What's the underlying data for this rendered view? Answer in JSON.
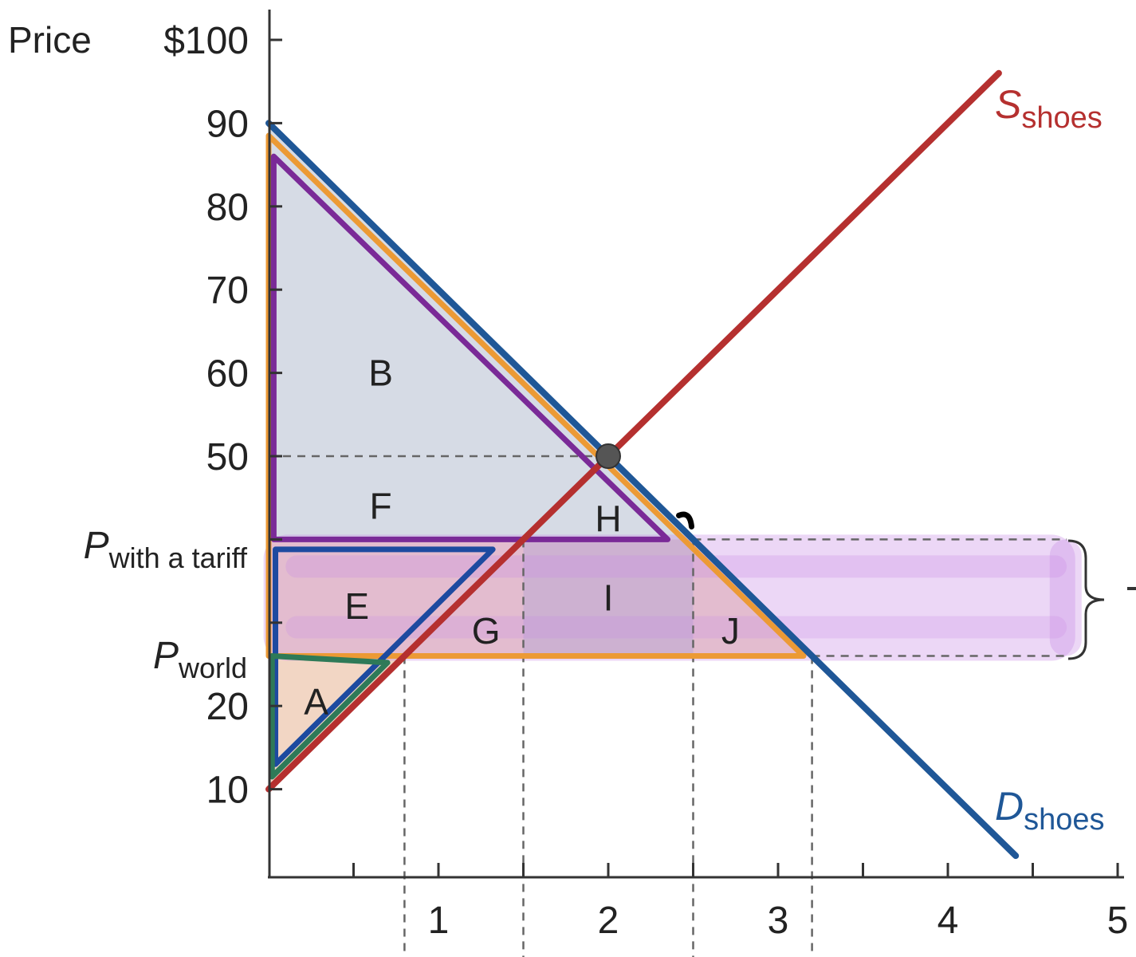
{
  "chart_data": {
    "type": "line",
    "ylabel": "Price",
    "y_ticks": [
      {
        "value": 100,
        "label": "$100"
      },
      {
        "value": 90,
        "label": "90"
      },
      {
        "value": 80,
        "label": "80"
      },
      {
        "value": 70,
        "label": "70"
      },
      {
        "value": 60,
        "label": "60"
      },
      {
        "value": 50,
        "label": "50"
      },
      {
        "value": 20,
        "label": "20"
      },
      {
        "value": 10,
        "label": "10"
      }
    ],
    "x_ticks": [
      {
        "value": 1,
        "label": "1"
      },
      {
        "value": 2,
        "label": "2"
      },
      {
        "value": 3,
        "label": "3"
      },
      {
        "value": 4,
        "label": "4"
      },
      {
        "value": 5,
        "label": "5"
      }
    ],
    "xlim": [
      0,
      5
    ],
    "ylim": [
      0,
      100
    ],
    "grid": false,
    "price_levels": {
      "with_tariff": {
        "value": 40,
        "label_main": "P",
        "label_sub": "with a tariff"
      },
      "world": {
        "value": 26,
        "label_main": "P",
        "label_sub": "world"
      }
    },
    "series": [
      {
        "id": "supply",
        "label_main": "S",
        "label_sub": "shoes",
        "color": "#b5302f",
        "points": [
          [
            0,
            10
          ],
          [
            4.3,
            96
          ]
        ]
      },
      {
        "id": "demand",
        "label_main": "D",
        "label_sub": "shoes",
        "color": "#1f5797",
        "points": [
          [
            0,
            90
          ],
          [
            4.4,
            2
          ]
        ]
      }
    ],
    "equilibrium": {
      "q": 2,
      "p": 50
    },
    "regions": [
      {
        "label": "B",
        "at": [
          0.66,
          60
        ]
      },
      {
        "label": "F",
        "at": [
          0.66,
          44
        ]
      },
      {
        "label": "H",
        "at": [
          2,
          42.5
        ]
      },
      {
        "label": "E",
        "at": [
          0.52,
          32
        ]
      },
      {
        "label": "I",
        "at": [
          2,
          33
        ]
      },
      {
        "label": "G",
        "at": [
          1.28,
          29
        ]
      },
      {
        "label": "J",
        "at": [
          2.72,
          29
        ]
      },
      {
        "label": "A",
        "at": [
          0.28,
          20.5
        ]
      }
    ],
    "colors": {
      "consumer_fill": "#d6dbe5",
      "tariff_fill": "#f2d6c4",
      "revenue_fill": "#cfc5c7",
      "purple_highlight": "#c98de6",
      "orange_outline": "#ec9a35",
      "purple_outline": "#7a2a97",
      "blue_outline": "#1d4aa0",
      "green_outline": "#2e7a58"
    }
  }
}
